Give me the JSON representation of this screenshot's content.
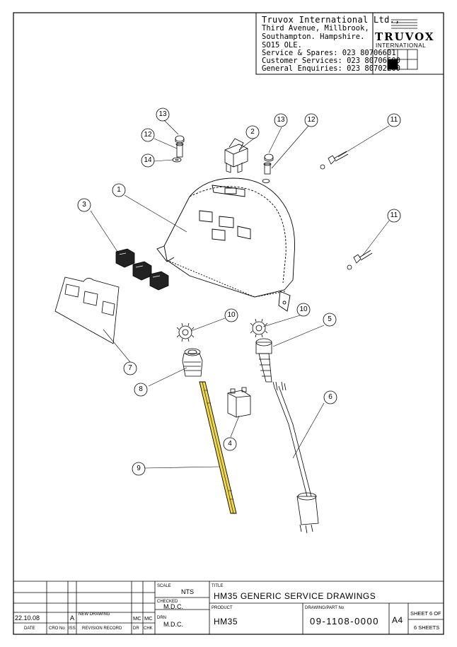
{
  "company": {
    "name": "Truvox International Ltd.,",
    "address_lines": [
      "Third Avenue, Millbrook,",
      "Southampton. Hampshire.",
      "SO15 OLE."
    ],
    "contact_lines": [
      "Service & Spares: 023 80706601",
      "Customer Services: 023 80706600",
      "General Enquiries: 023 80702200"
    ]
  },
  "logo": {
    "word": "TRUVOX",
    "sub": "INTERNATIONAL"
  },
  "parts": [
    {
      "number": "1"
    },
    {
      "number": "2"
    },
    {
      "number": "3"
    },
    {
      "number": "4"
    },
    {
      "number": "5"
    },
    {
      "number": "6"
    },
    {
      "number": "7"
    },
    {
      "number": "8"
    },
    {
      "number": "9"
    },
    {
      "number": "10"
    },
    {
      "number": "10"
    },
    {
      "number": "11"
    },
    {
      "number": "11"
    },
    {
      "number": "12"
    },
    {
      "number": "12"
    },
    {
      "number": "13"
    },
    {
      "number": "13"
    },
    {
      "number": "14"
    }
  ],
  "highlight_color": "#f0d84a",
  "title_block": {
    "scale_label": "SCALE",
    "scale_value": "NTS",
    "title_label": "TITLE",
    "title_value": "HM35 GENERIC SERVICE DRAWINGS",
    "checked_label": "CHECKED",
    "checked_value": "M.D.C.",
    "drn_label": "DRN",
    "drn_value": "M.D.C.",
    "product_label": "PRODUCT",
    "product_value": "HM35",
    "drawing_label": "DRAWING/PART No",
    "drawing_value": "09-1108-0000",
    "size": "A4",
    "sheet_line1": "SHEET 6 OF",
    "sheet_line2": "6 SHEETS",
    "revision": {
      "date": "22.10.08",
      "iss": "A",
      "record": "NEW DRAWING",
      "dr": "MC",
      "chk": "MC"
    },
    "headers": {
      "date": "DATE",
      "cro": "CRO No",
      "iss": "ISS",
      "record": "REVISION RECORD",
      "dr": "DR",
      "chk": "CHK"
    }
  }
}
